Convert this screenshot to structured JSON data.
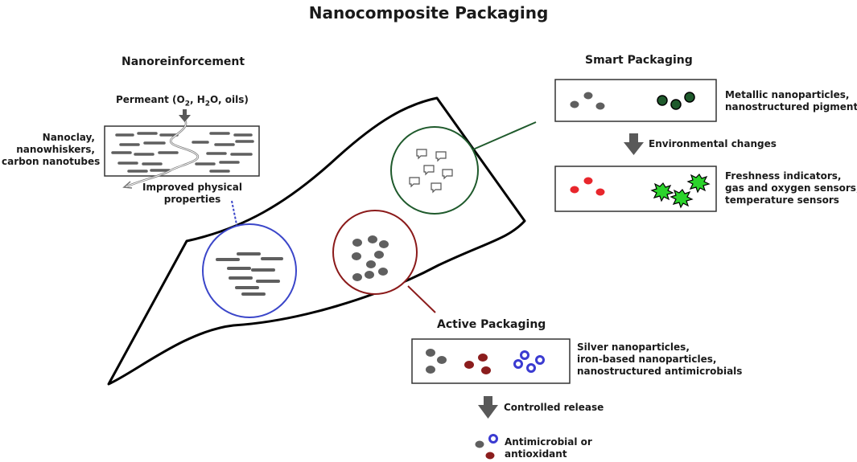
{
  "title": "Nanocomposite Packaging",
  "nanoreinforcement": {
    "heading": "Nanoreinforcement",
    "permeant": {
      "prefix": "Permeant (O",
      "sub1": "2",
      "mid": ", H",
      "sub2": "2",
      "suffix": "O, oils)"
    },
    "fillers": [
      "Nanoclay,",
      "nanowhiskers,",
      "carbon nanotubes"
    ],
    "result": [
      "Improved physical",
      "properties"
    ]
  },
  "smart_packaging": {
    "heading": "Smart Packaging",
    "before_label": [
      "Metallic nanoparticles,",
      "nanostructured pigments"
    ],
    "trigger": "Environmental changes",
    "after_label": [
      "Freshness indicators,",
      "gas and oxygen sensors,",
      "temperature sensors"
    ]
  },
  "active_packaging": {
    "heading": "Active Packaging",
    "agents_label": [
      "Silver nanoparticles,",
      "iron-based nanoparticles,",
      "nanostructured antimicrobials"
    ],
    "trigger": "Controlled release",
    "result": [
      "Antimicrobial or",
      "antioxidant"
    ]
  },
  "colors": {
    "text": "#1a1a1a",
    "gray_particle": "#5f5f5f",
    "dark_green": "#1f5a2c",
    "sensor_green": "#2bd42b",
    "red": "#e8262c",
    "dark_red": "#8b1d1d",
    "blue": "#3b3bd1",
    "smart_circle": "#1f5a2c",
    "active_circle": "#8b1a1a",
    "reinforce_circle": "#3b46c9",
    "arrow": "#595959"
  },
  "icons": [
    "down-arrow-icon",
    "speech-bubble-icon",
    "star-burst-icon",
    "ring-icon"
  ]
}
